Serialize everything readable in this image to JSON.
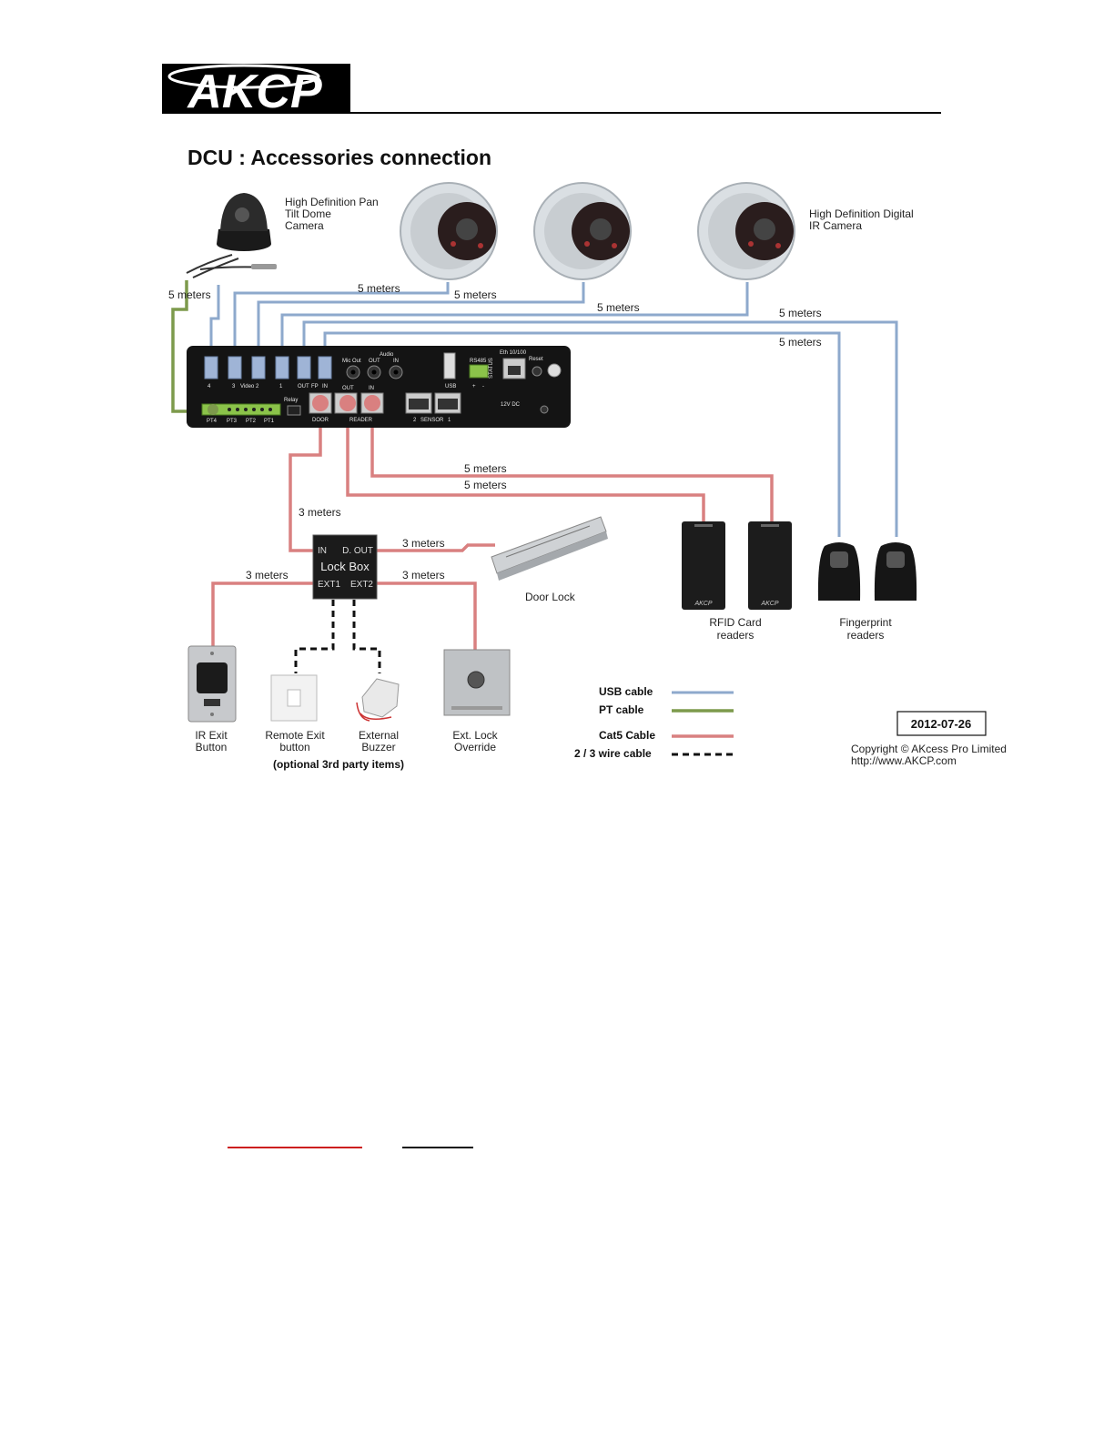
{
  "header": {
    "logo_text": "AKCP",
    "title": "DCU : Accessories connection"
  },
  "devices": {
    "ptz_camera": [
      "High Definition Pan",
      "Tilt Dome",
      "Camera"
    ],
    "ir_camera": [
      "High Definition Digital",
      "IR Camera"
    ],
    "door_lock": "Door Lock",
    "rfid": [
      "RFID Card",
      "readers"
    ],
    "fingerprint": [
      "Fingerprint",
      "readers"
    ],
    "ir_exit": [
      "IR Exit",
      "Button"
    ],
    "remote_exit": [
      "Remote Exit",
      "button"
    ],
    "buzzer": [
      "External",
      "Buzzer"
    ],
    "override": [
      "Ext. Lock",
      "Override"
    ],
    "optional_note": "(optional 3rd party items)",
    "lockbox": {
      "title": "Lock Box",
      "in": "IN",
      "dout": "D. OUT",
      "ext1": "EXT1",
      "ext2": "EXT2"
    },
    "rfid_brand": "AKCP"
  },
  "dcu_labels": {
    "video": "Video",
    "v4": "4",
    "v3": "3",
    "v2": "2",
    "v1": "1",
    "out": "OUT",
    "fp": "FP",
    "in": "IN",
    "mic_out": "Mic Out",
    "audio": "Audio",
    "audio_out": "OUT",
    "audio_in": "IN",
    "usb": "USB",
    "rs485": "RS485",
    "plus": "+",
    "minus": "-",
    "eth": "Eth 10/100",
    "reset": "Reset",
    "status": "STATUS",
    "relay": "Relay",
    "pt4": "PT4",
    "pt3": "PT3",
    "pt2": "PT2",
    "pt1": "PT1",
    "door": "DOOR",
    "reader": "READER",
    "rd_out": "OUT",
    "rd_in": "IN",
    "sensor": "SENSOR",
    "s2": "2",
    "s1": "1",
    "dc": "12V DC"
  },
  "distances": {
    "five": "5 meters",
    "three": "3 meters"
  },
  "legend": {
    "usb": "USB cable",
    "pt": "PT cable",
    "cat5": "Cat5 Cable",
    "wire": "2 / 3 wire cable"
  },
  "colors": {
    "usb": "#8ea9cc",
    "pt": "#7d9a4c",
    "cat5": "#d98080",
    "wire": "#111111"
  },
  "footer": {
    "date": "2012-07-26",
    "copyright": "Copyright © AKcess Pro Limited",
    "url": "http://www.AKCP.com"
  }
}
